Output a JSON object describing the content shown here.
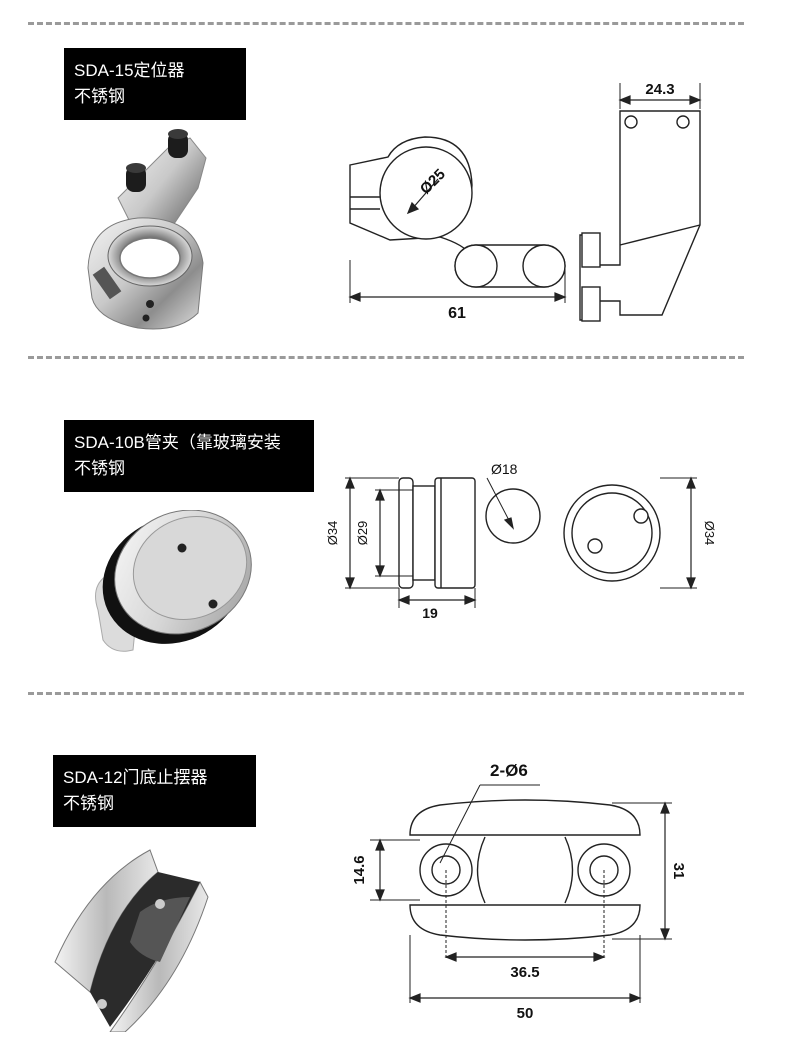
{
  "products": [
    {
      "model": "SDA-15定位器",
      "material": "不锈钢",
      "dims": {
        "d1": "Ø25",
        "d2": "61",
        "d3": "24.3"
      }
    },
    {
      "model": "SDA-10B管夹（靠玻璃安装",
      "material": "不锈钢",
      "dims": {
        "d1": "Ø18",
        "d2": "Ø34",
        "d3": "Ø29",
        "d4": "19",
        "d5": "Ø34"
      }
    },
    {
      "model": "SDA-12门底止摆器",
      "material": "不锈钢",
      "dims": {
        "d1": "2-Ø6",
        "d2": "14.6",
        "d3": "31",
        "d4": "36.5",
        "d5": "50"
      }
    }
  ]
}
